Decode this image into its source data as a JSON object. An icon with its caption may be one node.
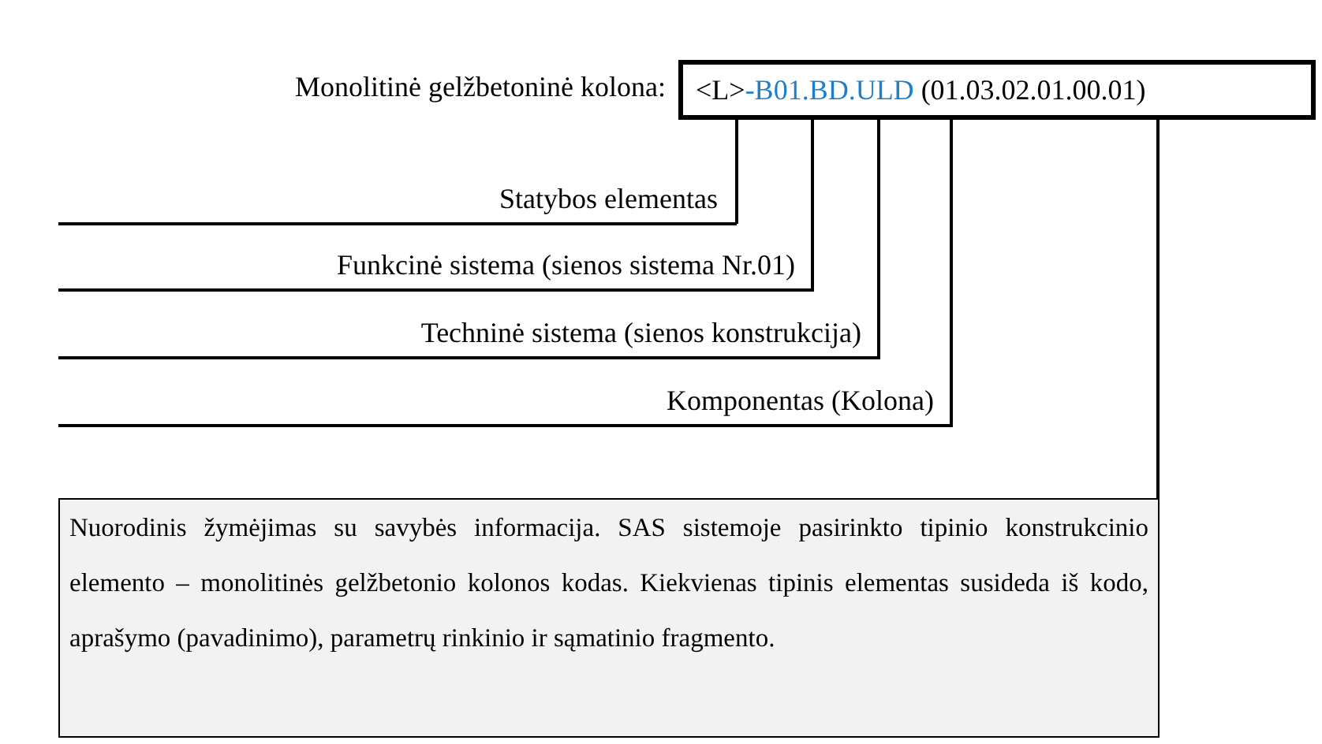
{
  "diagram": {
    "nodes": [
      {
        "text": [
          "<L>-B01.BD.ULD (01.03.02.01.00.01)"
        ]
      },
      {
        "text": [
          "Statybos elementas"
        ]
      },
      {
        "text": [
          "Funkcinė sistema (sienos sistema Nr.01)"
        ]
      },
      {
        "text": [
          "Techninė sistema (sienos konstrukcija)"
        ]
      },
      {
        "text": [
          "Komponentas (Kolona)"
        ]
      },
      {
        "text": [
          "Nuorodinis žymėjimas su savybės informacija. SAS sistemoje pasirinkto tipinio konstrukcinio elemento – monolitinės gelžbetonio kolonos kodas. Kiekvienas tipinis elementas susideda iš kodo, aprašymo (pavadinimo), parametrų rinkinio ir sąmatinio fragmento."
        ]
      }
    ],
    "edges": [
      {
        "from": 0,
        "to": 1,
        "arrow": "none"
      },
      {
        "from": 0,
        "to": 2,
        "arrow": "none"
      },
      {
        "from": 0,
        "to": 3,
        "arrow": "none"
      },
      {
        "from": 0,
        "to": 4,
        "arrow": "none"
      },
      {
        "from": 0,
        "to": 5,
        "arrow": "none"
      }
    ],
    "labels": [
      "Monolitinė gelžbetoninė kolona:"
    ]
  }
}
